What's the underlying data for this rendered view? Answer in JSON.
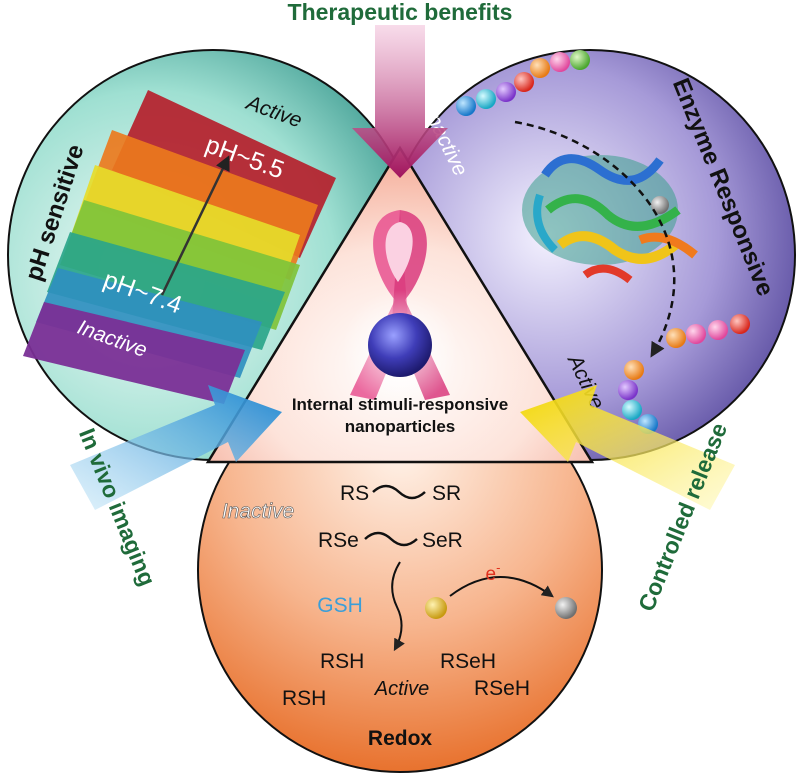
{
  "top_label": "Therapeutic benefits",
  "left_label": "In vivo imaging",
  "right_label": "Controlled release",
  "center_label_line1": "Internal stimuli-responsive",
  "center_label_line2": "nanoparticles",
  "ph": {
    "title": "pH sensitive",
    "active": "Active",
    "inactive": "Inactive",
    "ph_low": "pH~5.5",
    "ph_high": "pH~7.4"
  },
  "enzyme": {
    "title": "Enzyme Responsive",
    "inactive": "Inactive",
    "active": "Active"
  },
  "redox": {
    "title": "Redox",
    "inactive": "Inactive",
    "active": "Active",
    "rs_left": "RS",
    "rs_right": "SR",
    "rse_left": "RSe",
    "rse_right": "SeR",
    "gsh": "GSH",
    "electron": "e",
    "electron_sup": "-",
    "rsh_1": "RSH",
    "rsh_2": "RSH",
    "rseh_1": "RSeH",
    "rseh_2": "RSeH"
  },
  "colors": {
    "label_green": "#1f6b3a",
    "gsh_blue": "#3b9ed8",
    "electron_red": "#e0301e"
  }
}
